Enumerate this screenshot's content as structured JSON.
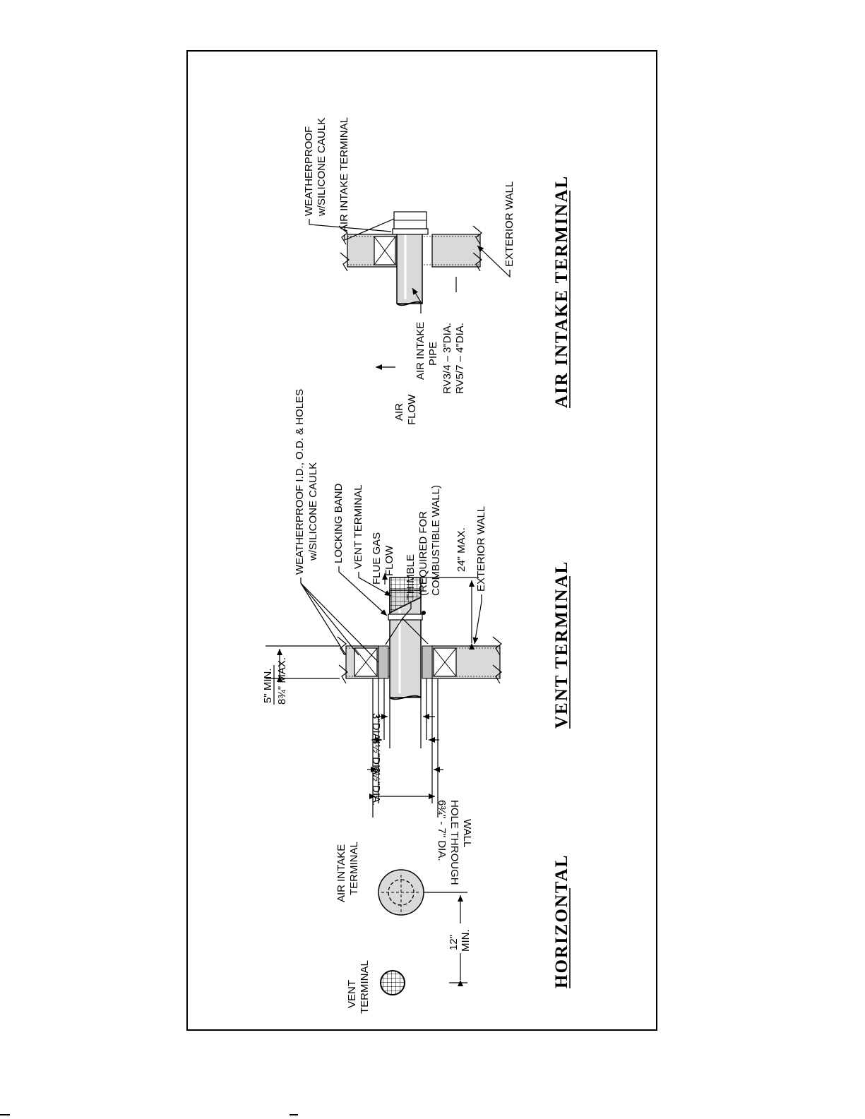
{
  "horizontal": {
    "title": "HORIZONTAL",
    "vent_terminal_label": [
      "VENT",
      "TERMINAL"
    ],
    "air_intake_label": [
      "AIR  INTAKE",
      "TERMINAL"
    ],
    "spacing_label": [
      "12\"",
      "MIN."
    ]
  },
  "vent": {
    "title": "VENT  TERMINAL",
    "wall_thickness_label": [
      "5\"  MIN.",
      "8¾\"  MAX."
    ],
    "dia_small": "3\"DIA.",
    "dia_mid": "4½\"DIA.",
    "dia_large": "6½\"DIA.",
    "hole_label": [
      "6¾\" - 7\" DIA.",
      "HOLE  THROUGH",
      "WALL"
    ],
    "weatherproof_label": [
      "WEATHERPROOF  I.D.,  O.D.  &  HOLES",
      "w/SILICONE  CAULK"
    ],
    "locking_band": "LOCKING  BAND",
    "vent_terminal": "VENT  TERMINAL",
    "flue_gas": [
      "FLUE  GAS",
      "FLOW"
    ],
    "thimble": [
      "THIMBLE",
      "(REQUIRED  FOR",
      "COMBUSTIBLE  WALL)"
    ],
    "max_extension": "24\"  MAX.",
    "exterior_wall": "EXTERIOR  WALL"
  },
  "air_intake": {
    "title": "AIR  INTAKE  TERMINAL",
    "air_flow": [
      "AIR",
      "FLOW"
    ],
    "pipe_label": [
      "AIR  INTAKE",
      "PIPE"
    ],
    "rv34": "RV3/4  –  3\"DIA.",
    "rv57": "RV5/7  –  4\"DIA.",
    "weatherproof": [
      "WEATHERPROOF",
      "w/SILICONE  CAULK"
    ],
    "terminal": "AIR  INTAKE  TERMINAL",
    "exterior_wall": "EXTERIOR  WALL"
  },
  "colors": {
    "wall_fill": "#d9d9d9",
    "line": "#000000"
  }
}
